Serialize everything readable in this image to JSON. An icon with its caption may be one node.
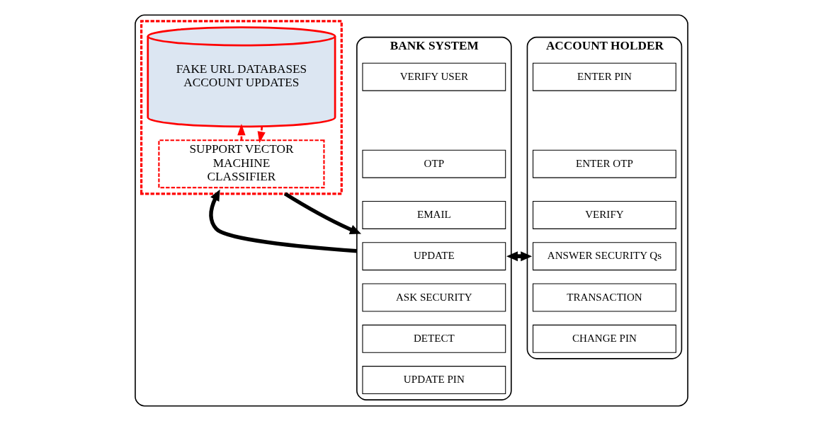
{
  "diagram": {
    "nodes": [
      {
        "text": [],
        "shape": "box"
      },
      {
        "text": [
          "ACCOUNT HOLDER"
        ],
        "in": 0
      },
      {
        "text": [
          "ENTER PIN"
        ],
        "in": 1
      },
      {
        "text": [
          "ENTER OTP"
        ],
        "in": 1
      },
      {
        "text": [
          "VERIFY"
        ],
        "in": 1
      },
      {
        "text": [
          "ANSWER SECURITY Qs"
        ],
        "in": 1
      },
      {
        "text": [
          "TRANSACTION"
        ],
        "in": 1
      },
      {
        "text": [
          "CHANGE PIN"
        ],
        "in": 1
      },
      {
        "text": [
          "BANK SYSTEM"
        ],
        "in": 0
      },
      {
        "text": [
          "VERIFY USER"
        ],
        "in": 8
      },
      {
        "text": [
          "OTP"
        ],
        "in": 8
      },
      {
        "text": [
          "EMAIL"
        ],
        "in": 8
      },
      {
        "text": [
          "UPDATE"
        ],
        "in": 8
      },
      {
        "text": [
          "ASK SECURITY"
        ],
        "in": 8
      },
      {
        "text": [
          "DETECT"
        ],
        "in": 8
      },
      {
        "text": [
          "UPDATE PIN"
        ],
        "in": 8
      },
      {
        "text": [],
        "shape": "box",
        "in": 0
      },
      {
        "text": [
          "FAKE URL DATABASES ACCOUNT UPDATES"
        ],
        "in": 16
      },
      {
        "text": [
          "SUPPORT VECTOR MACHINE CLASSIFIER"
        ],
        "in": 16
      }
    ],
    "edges": [
      {
        "from": 1,
        "to": 8,
        "arrow": "to"
      },
      {
        "from": 8,
        "to": 1,
        "arrow": "to"
      },
      {
        "from": 8,
        "to": 16,
        "arrow": "to"
      },
      {
        "from": 16,
        "to": 8,
        "arrow": "to"
      },
      {
        "from": 18,
        "to": 17,
        "arrow": "to",
        "style": "dashed",
        "color": "#ff0000"
      },
      {
        "from": 17,
        "to": 18,
        "arrow": "to",
        "style": "dashed",
        "color": "#ff0000"
      }
    ]
  }
}
